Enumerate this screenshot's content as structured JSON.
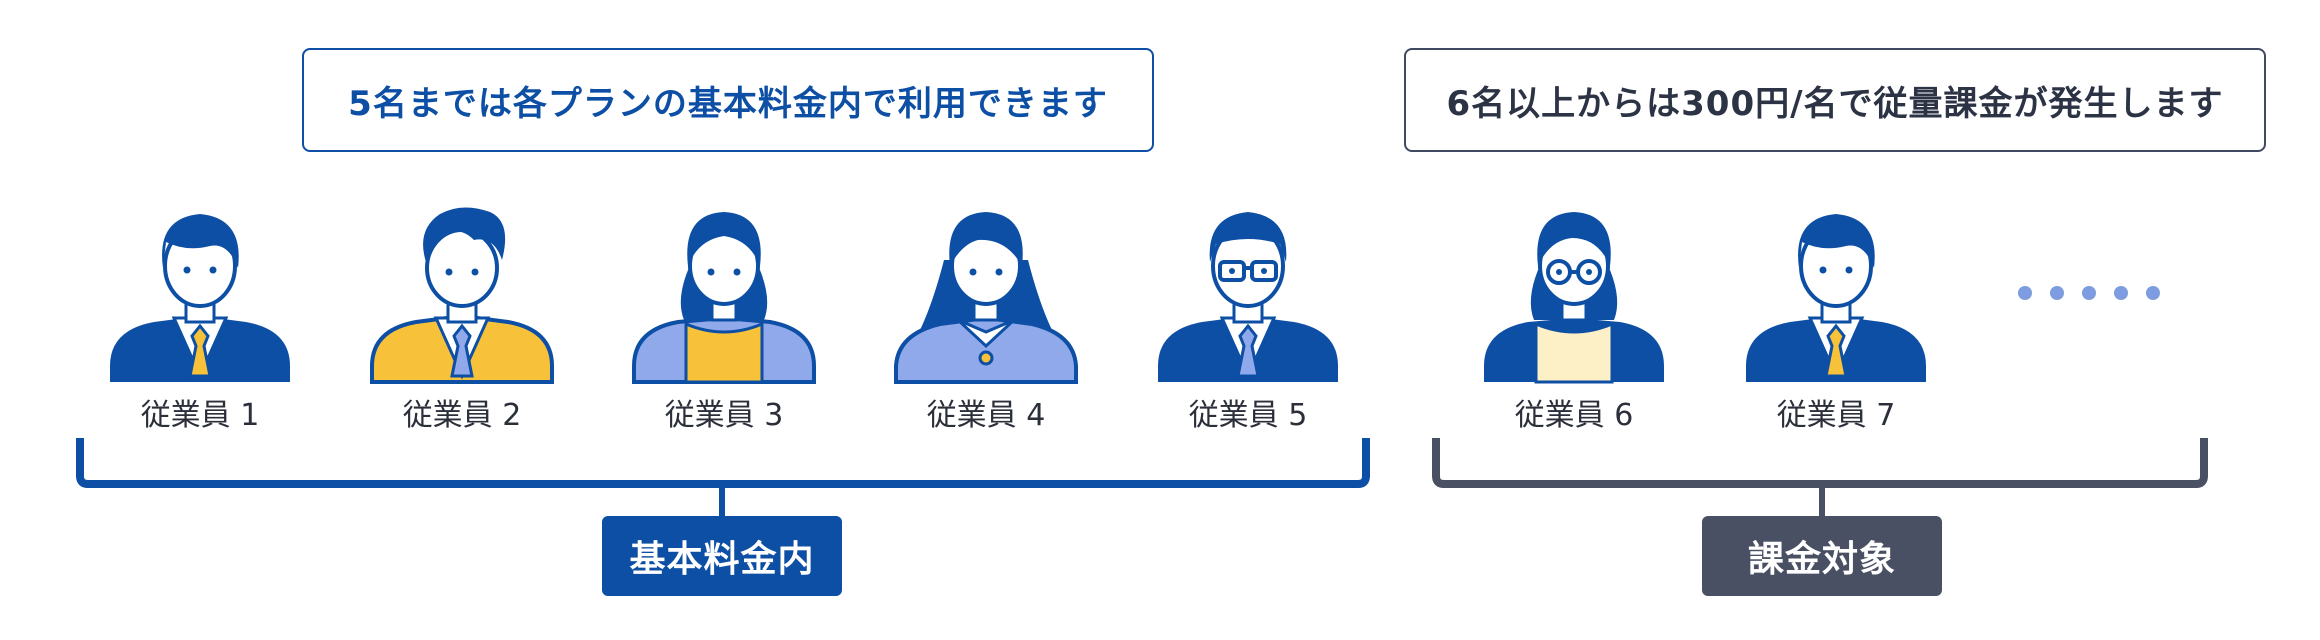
{
  "callouts": {
    "included": "5名までは各プランの基本料金内で利用できます",
    "charged": "6名以上からは300円/名で従量課金が発生します"
  },
  "employees": [
    {
      "label": "従業員 1",
      "icon": "man-suit-icon"
    },
    {
      "label": "従業員 2",
      "icon": "man-yellow-jacket-icon"
    },
    {
      "label": "従業員 3",
      "icon": "woman-short-hair-icon"
    },
    {
      "label": "従業員 4",
      "icon": "woman-long-hair-icon"
    },
    {
      "label": "従業員 5",
      "icon": "man-glasses-icon"
    },
    {
      "label": "従業員 6",
      "icon": "woman-glasses-icon"
    },
    {
      "label": "従業員 7",
      "icon": "man-suit-icon"
    }
  ],
  "groups": {
    "included_label": "基本料金内",
    "charged_label": "課金対象"
  },
  "colors": {
    "primary_blue": "#0d4fa5",
    "light_blue": "#8fa9ea",
    "yellow": "#f7c23a",
    "cream": "#fdf0c6",
    "dark_gray": "#4a5064"
  }
}
